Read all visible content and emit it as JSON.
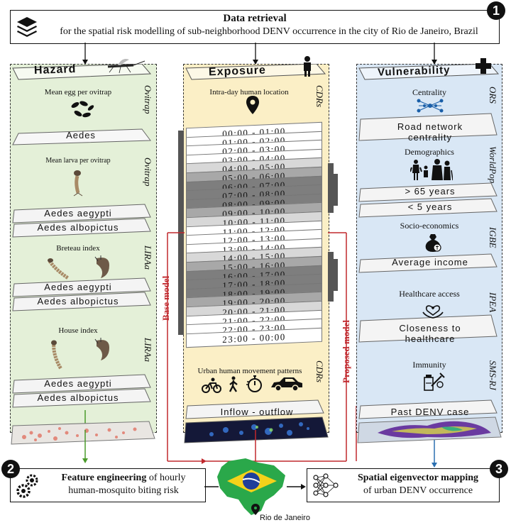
{
  "header": {
    "step": "1",
    "title": "Data retrieval",
    "subtitle": "for the spatial risk modelling of sub-neighborhood DENV occurrence in the city of Rio de Janeiro, Brazil"
  },
  "hazard": {
    "title": "Hazard",
    "egg_label": "Mean egg per ovitrap",
    "egg_source": "Ovitrap",
    "aedes_layer": "Aedes",
    "larva_label": "Mean larva per ovitrap",
    "larva_source": "Ovitrap",
    "breteau_label": "Breteau index",
    "breteau_source": "LIRAa",
    "house_label": "House index",
    "house_source": "LIRAa",
    "aegypti": "Aedes aegypti",
    "albopictus": "Aedes albopictus"
  },
  "exposure": {
    "title": "Exposure",
    "location_label": "Intra-day human location",
    "location_source": "CDRs",
    "hours": [
      "00:00 - 01:00",
      "01:00 - 02:00",
      "02:00 - 03:00",
      "03:00 - 04:00",
      "04:00 - 05:00",
      "05:00 - 06:00",
      "06:00 - 07:00",
      "07:00 - 08:00",
      "08:00 - 09:00",
      "09:00 - 10:00",
      "10:00 - 11:00",
      "11:00 - 12:00",
      "12:00 - 13:00",
      "13:00 - 14:00",
      "14:00 - 15:00",
      "15:00 - 16:00",
      "16:00 - 17:00",
      "17:00 - 18:00",
      "18:00 - 19:00",
      "19:00 - 20:00",
      "20:00 - 21:00",
      "21:00 - 22:00",
      "22:00 - 23:00",
      "23:00 - 00:00"
    ],
    "movement_label": "Urban human movement patterns",
    "movement_source": "CDRs",
    "flow_layer": "Inflow - outflow",
    "base_model": "Base model",
    "proposed_model": "Proposed model"
  },
  "vulnerability": {
    "title": "Vulnerability",
    "centrality_label": "Centrality",
    "centrality_source": "ORS",
    "road_layer_1": "Road network",
    "road_layer_2": "centrality",
    "demo_label": "Demographics",
    "demo_source": "WorldPop",
    "over65": "> 65 years",
    "under5": "< 5 years",
    "socio_label": "Socio-economics",
    "socio_source": "IGBE",
    "income_layer": "Average income",
    "health_label": "Healthcare access",
    "health_source": "IPEA",
    "closeness_1": "Closeness to",
    "closeness_2": "healthcare",
    "immunity_label": "Immunity",
    "immunity_source": "SMS-RJ",
    "past_layer": "Past DENV case"
  },
  "feature": {
    "step": "2",
    "bold": "Feature engineering",
    "rest1": " of hourly",
    "line2": "human-mosquito biting risk"
  },
  "spatial": {
    "step": "3",
    "bold": "Spatial eigenvector mapping",
    "line2": "of urban DENV occurrence"
  },
  "map_label": "Rio de Janeiro",
  "colors": {
    "hazard_bg": "#e4f0d8",
    "exposure_bg": "#fbefc6",
    "vulnerability_bg": "#d9e7f5",
    "red_line": "#c0282d",
    "brazil_green": "#2aa84a"
  }
}
